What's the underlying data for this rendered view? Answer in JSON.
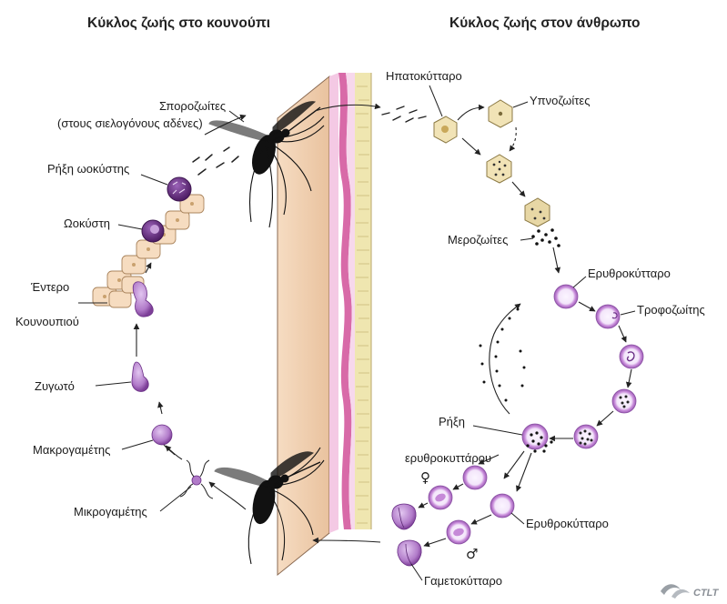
{
  "titles": {
    "mosquito": "Κύκλος ζωής στο κουνούπι",
    "human": "Κύκλος ζωής στον άνθρωπο"
  },
  "labels": {
    "sporozoites_1": "Σποροζωίτες",
    "sporozoites_2": "(στους σιελογόνους αδένες)",
    "oocyst_rupture": "Ρήξη ωοκύστης",
    "oocyst": "Ωοκύστη",
    "gut_1": "Έντερο",
    "gut_2": "Κουνουπιού",
    "zygote": "Ζυγωτό",
    "macrogamete": "Μακρογαμέτης",
    "microgamete": "Μικρογαμέτης",
    "hepatocyte": "Ηπατοκύτταρο",
    "hypnozoites": "Υπνοζωίτες",
    "merozoites": "Μεροζωίτες",
    "erythrocyte": "Ερυθροκύτταρο",
    "trophozoite": "Τροφοζωίτης",
    "rbc_rupture_1": "Ρήξη",
    "rbc_rupture_2": "ερυθροκυττάρου",
    "erythrocyte_2": "Ερυθροκύτταρο",
    "gametocyte": "Γαμετοκύτταρο",
    "female_symbol": "♀",
    "male_symbol": "♂"
  },
  "logo": {
    "text": "CTLT"
  },
  "colors": {
    "skin": "#f1d2b2",
    "dermis_pink": "#f3c6e3",
    "fat": "#efe6b0",
    "parasite_purple": "#b884cf",
    "parasite_dark": "#6a2f86",
    "liver_cell": "#f1e3b6",
    "rbc_rim": "#c68ad8",
    "gut_cell": "#f6dcc0"
  }
}
